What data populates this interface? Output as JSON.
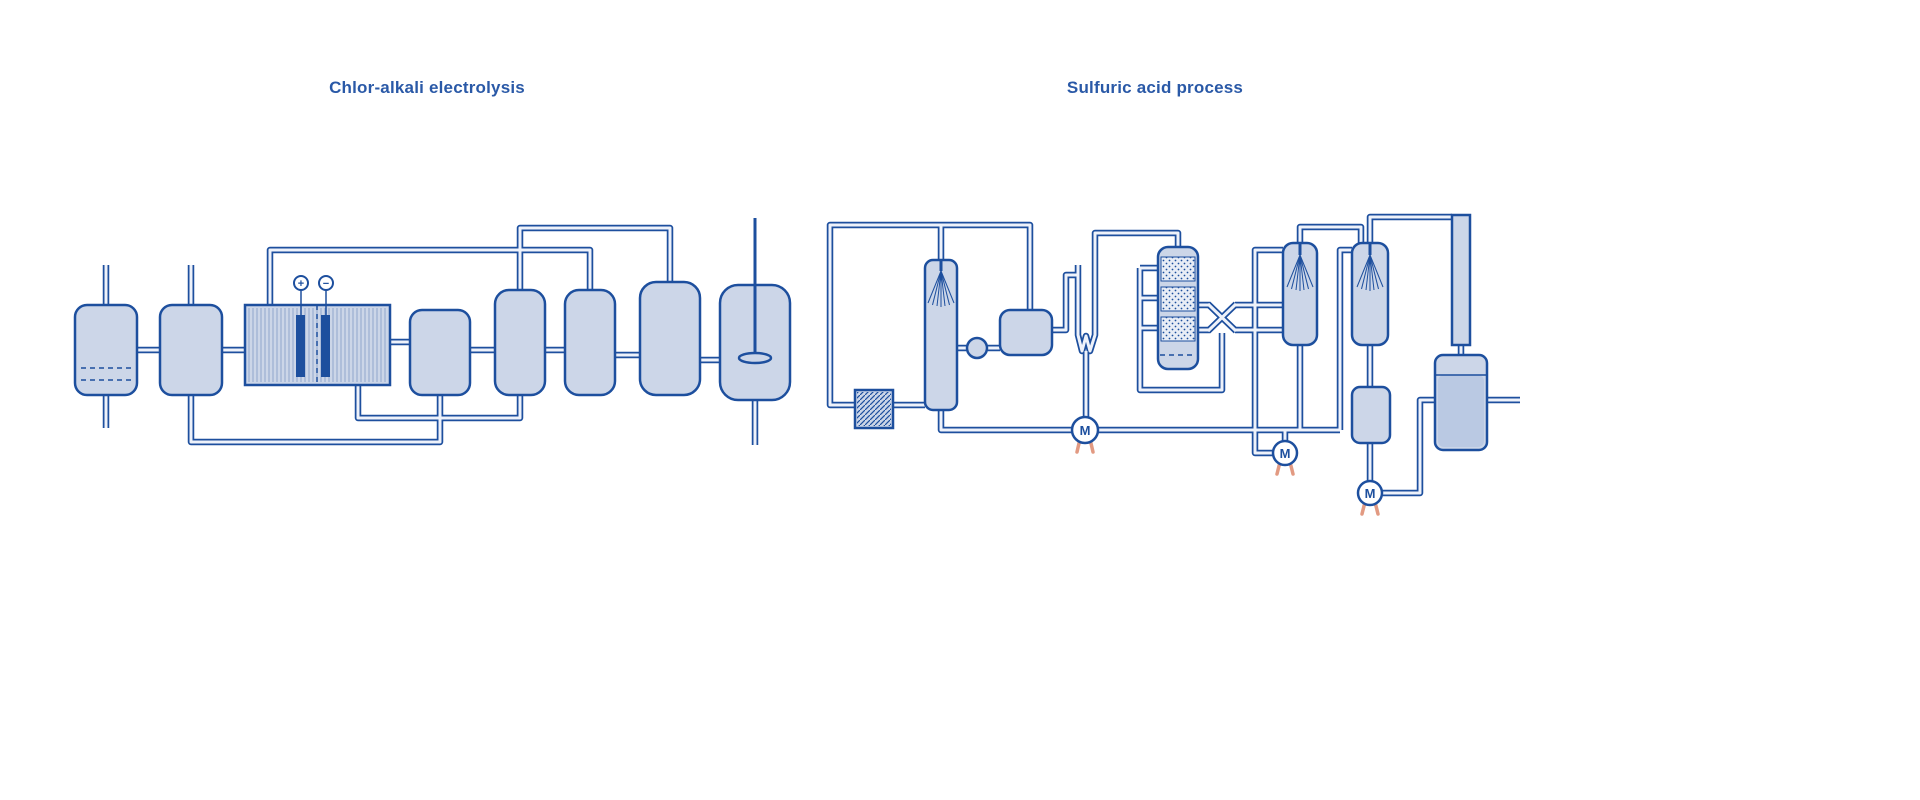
{
  "titles": {
    "left": "Chlor-alkali electrolysis",
    "right": "Sulfuric acid process"
  },
  "symbols": {
    "plus": "+",
    "minus": "−",
    "motor": "M"
  },
  "colors": {
    "outline": "#1d4f9e",
    "vessel_fill": "#ccd6e8",
    "pipe_inner": "#eef2fa",
    "pump_leg": "#e29a82",
    "title_text": "#2a59a7",
    "background": "#ffffff"
  }
}
